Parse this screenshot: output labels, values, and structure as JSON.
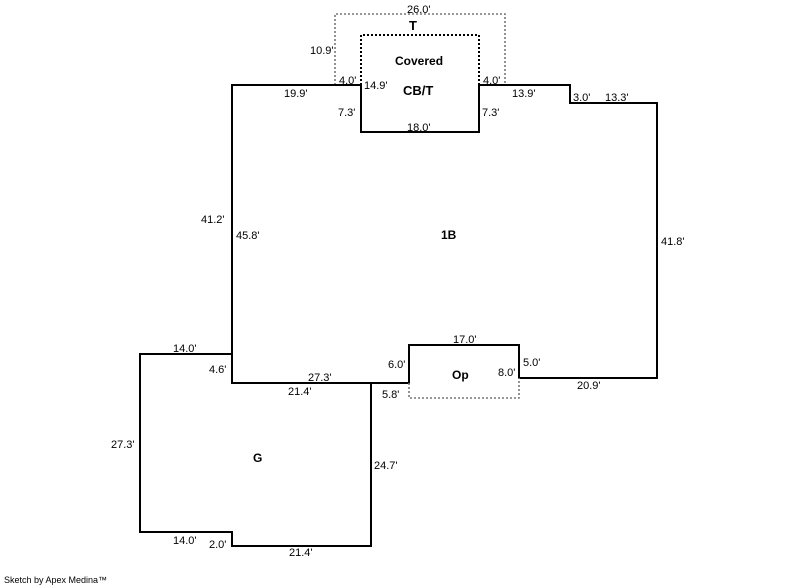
{
  "areas": {
    "T": "T",
    "covered": "Covered",
    "cbt": "CB/T",
    "main": "1B",
    "op": "Op",
    "garage": "G"
  },
  "dims": {
    "t_top": "26.0'",
    "t_left": "10.9'",
    "t_left_ret": "4.0'",
    "t_right_ret": "4.0'",
    "cbt_inner": "14.9'",
    "cbt_left": "7.3'",
    "cbt_right": "7.3'",
    "cbt_bottom": "18.0'",
    "top_left": "19.9'",
    "top_right": "13.9'",
    "step": "3.0'",
    "top_far_right": "13.3'",
    "right": "41.8'",
    "left_outer": "41.2'",
    "left_inner": "45.8'",
    "bottom_right": "20.9'",
    "op_right": "5.0'",
    "op_inner": "8.0'",
    "op_top": "17.0'",
    "op_left": "6.0'",
    "op_low": "5.8'",
    "main_bottom": "27.3'",
    "g_top": "14.0'",
    "g_step": "4.6'",
    "g_top_inner": "21.4'",
    "g_left": "27.3'",
    "g_right": "24.7'",
    "g_bottom_left": "14.0'",
    "g_bottom_step": "2.0'",
    "g_bottom": "21.4'"
  },
  "footer": "Sketch by Apex Medina™"
}
